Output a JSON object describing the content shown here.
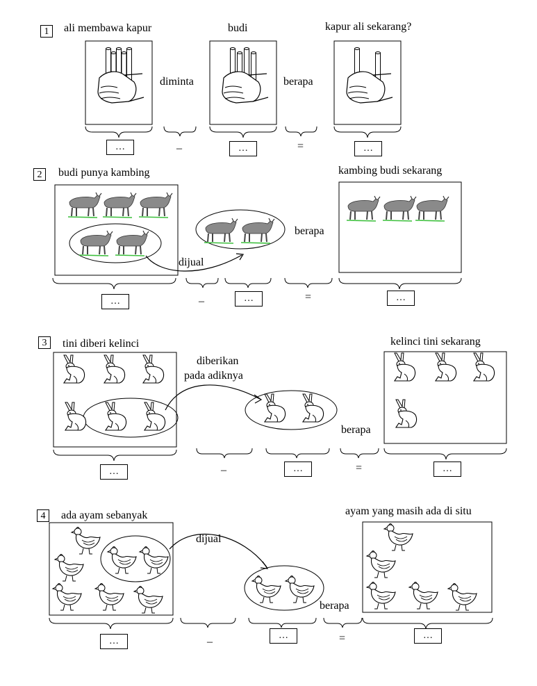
{
  "problems": [
    {
      "number": "1",
      "start_label": "ali membawa kapur",
      "given_label": "budi",
      "verb": "diminta",
      "question": "berapa",
      "result_label": "kapur ali sekarang?",
      "start_count": 5,
      "removed_count": 4,
      "result_count": 2
    },
    {
      "number": "2",
      "start_label": "budi punya kambing",
      "verb": "dijual",
      "question": "berapa",
      "result_label": "kambing budi sekarang",
      "start_count": 5,
      "removed_count": 2,
      "result_count": 3
    },
    {
      "number": "3",
      "start_label": "tini diberi kelinci",
      "verb_line1": "diberikan",
      "verb_line2": "pada adiknya",
      "question": "berapa",
      "result_label": "kelinci tini sekarang",
      "start_count": 6,
      "removed_count": 2,
      "result_count": 4
    },
    {
      "number": "4",
      "start_label": "ada ayam sebanyak",
      "verb": "dijual",
      "question": "berapa",
      "result_label": "ayam yang masih ada di situ",
      "start_count": 7,
      "removed_count": 2,
      "result_count": 5
    }
  ],
  "blank": "…",
  "minus": "–",
  "equals": "="
}
